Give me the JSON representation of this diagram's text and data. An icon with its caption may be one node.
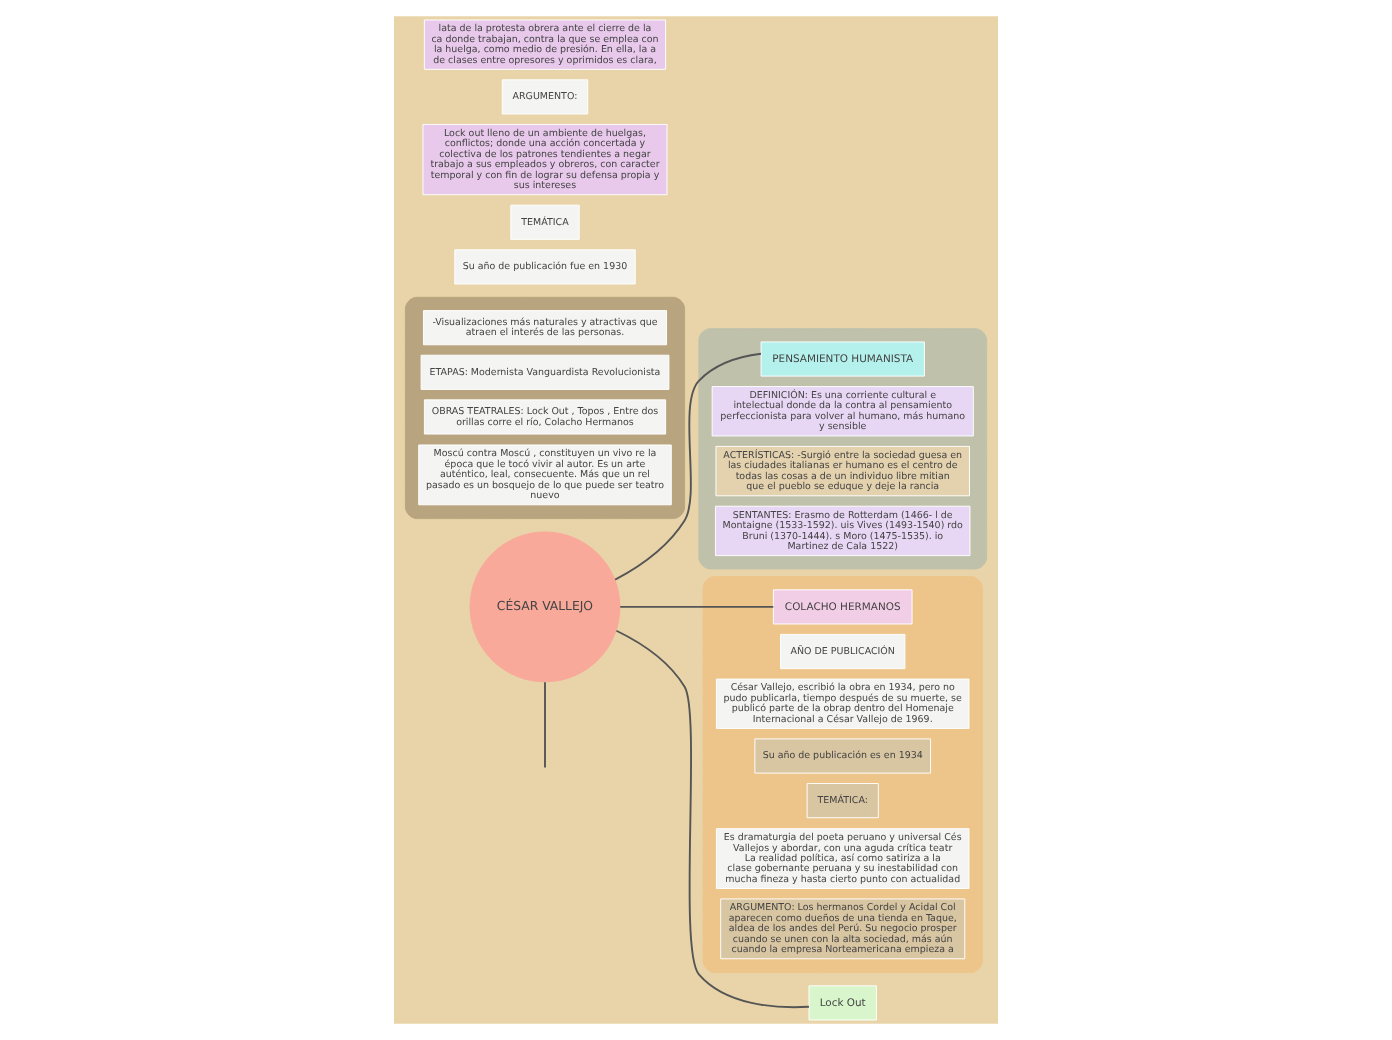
{
  "diagram": {
    "nodes": [
      {
        "text": [],
        "shape": "box"
      },
      {
        "text": [
          "PENSAMIENTO HUMANISTA"
        ],
        "in": 0
      },
      {
        "text": [
          "DEFINICIÓN: Es una corriente cultural e intelectual donde da la contra al pensamiento perfeccionista para volver al humano, más humano y sensible"
        ],
        "in": 0
      },
      {
        "text": [
          "ACTERÍSTICAS: -Surgió entre la sociedad guesa en las ciudades italianas er humano es el centro de todas las cosas a de un individuo libre mitian que el pueblo se eduque y deje la rancia"
        ],
        "in": 0
      },
      {
        "text": [
          "SENTANTES: Erasmo de Rotterdam (1466- l de Montaigne (1533-1592). uis Vives (1493-1540) rdo Bruni (1370-1444). s Moro (1475-1535). io Martinez de Cala 1522)"
        ],
        "in": 0
      },
      {
        "text": [],
        "shape": "box"
      },
      {
        "text": [
          "-Visualizaciones más naturales y atractivas que atraen el interés de las personas."
        ],
        "in": 5
      },
      {
        "text": [
          "ETAPAS: Modernista Vanguardista Revolucionista"
        ],
        "in": 5
      },
      {
        "text": [
          "OBRAS TEATRALES: Lock Out , Topos , Entre dos orillas corre el río, Colacho Hermanos"
        ],
        "in": 5
      },
      {
        "text": [
          "Moscú contra Moscú , constituyen un vivo re la época que le tocó vivir al autor. Es un arte auténtico, leal, consecuente. Más que un rel pasado es un bosquejo de lo que puede ser teatro nuevo"
        ],
        "in": 5
      },
      {
        "text": [
          "CÉSAR VALLEJO"
        ]
      },
      {
        "text": [],
        "shape": "box"
      },
      {
        "text": [
          "COLACHO HERMANOS"
        ],
        "in": 11
      },
      {
        "text": [
          "AÑO DE PUBLICACIÓN"
        ],
        "in": 11
      },
      {
        "text": [
          "César Vallejo, escribió la obra en 1934, pero no pudo publicarla, tiempo después de su muerte, se publicó parte de la obrap dentro del Homenaje Internacional a César Vallejo de 1969."
        ],
        "in": 11
      },
      {
        "text": [
          "Su año de publicación es en 1934"
        ],
        "in": 11
      },
      {
        "text": [
          "TEMÁTICA:"
        ],
        "in": 11
      },
      {
        "text": [
          "Es dramaturgia del poeta peruano y universal Cés Vallejos y abordar, con una aguda crítica teatr La realidad política, así como satiriza a la clase gobernante peruana y su inestabilidad con mucha fineza y hasta cierto punto con actualidad"
        ],
        "in": 11
      },
      {
        "text": [
          "ARGUMENTO: Los hermanos Cordel y Acidal Col aparecen como dueños de una tienda en Taque, aldea de los andes del Perú. Su negocio prosper cuando se unen con la alta sociedad, más aún cuando la empresa Norteamericana empieza a"
        ],
        "in": 11
      },
      {
        "text": [
          "Lock Out"
        ]
      },
      {
        "text": [
          "Su año de publicación fue en 1930"
        ]
      },
      {
        "text": [
          "TEMÁTICA"
        ]
      },
      {
        "text": [
          "Lock out lleno de un ambiente de huelgas, conflictos; donde una acción concertada y colectiva de los patrones tendientes a negar trabajo a sus empleados y obreros, con caracter temporal y con fin de lograr su defensa propia y sus intereses"
        ]
      },
      {
        "text": [
          "ARGUMENTO:"
        ]
      },
      {
        "text": [
          "lata de la protesta obrera ante el cierre de la ca donde trabajan, contra la que se emplea con la huelga, como medio de presión. En ella, la a de clases entre opresores y oprimidos es clara,"
        ]
      }
    ],
    "edges": [
      {
        "from": 10,
        "to": 1,
        "arrow": "none"
      },
      {
        "from": 10,
        "to": null,
        "arrow": "none"
      },
      {
        "from": 10,
        "to": 12,
        "arrow": "none"
      },
      {
        "from": 10,
        "to": 19,
        "arrow": "none"
      }
    ]
  }
}
